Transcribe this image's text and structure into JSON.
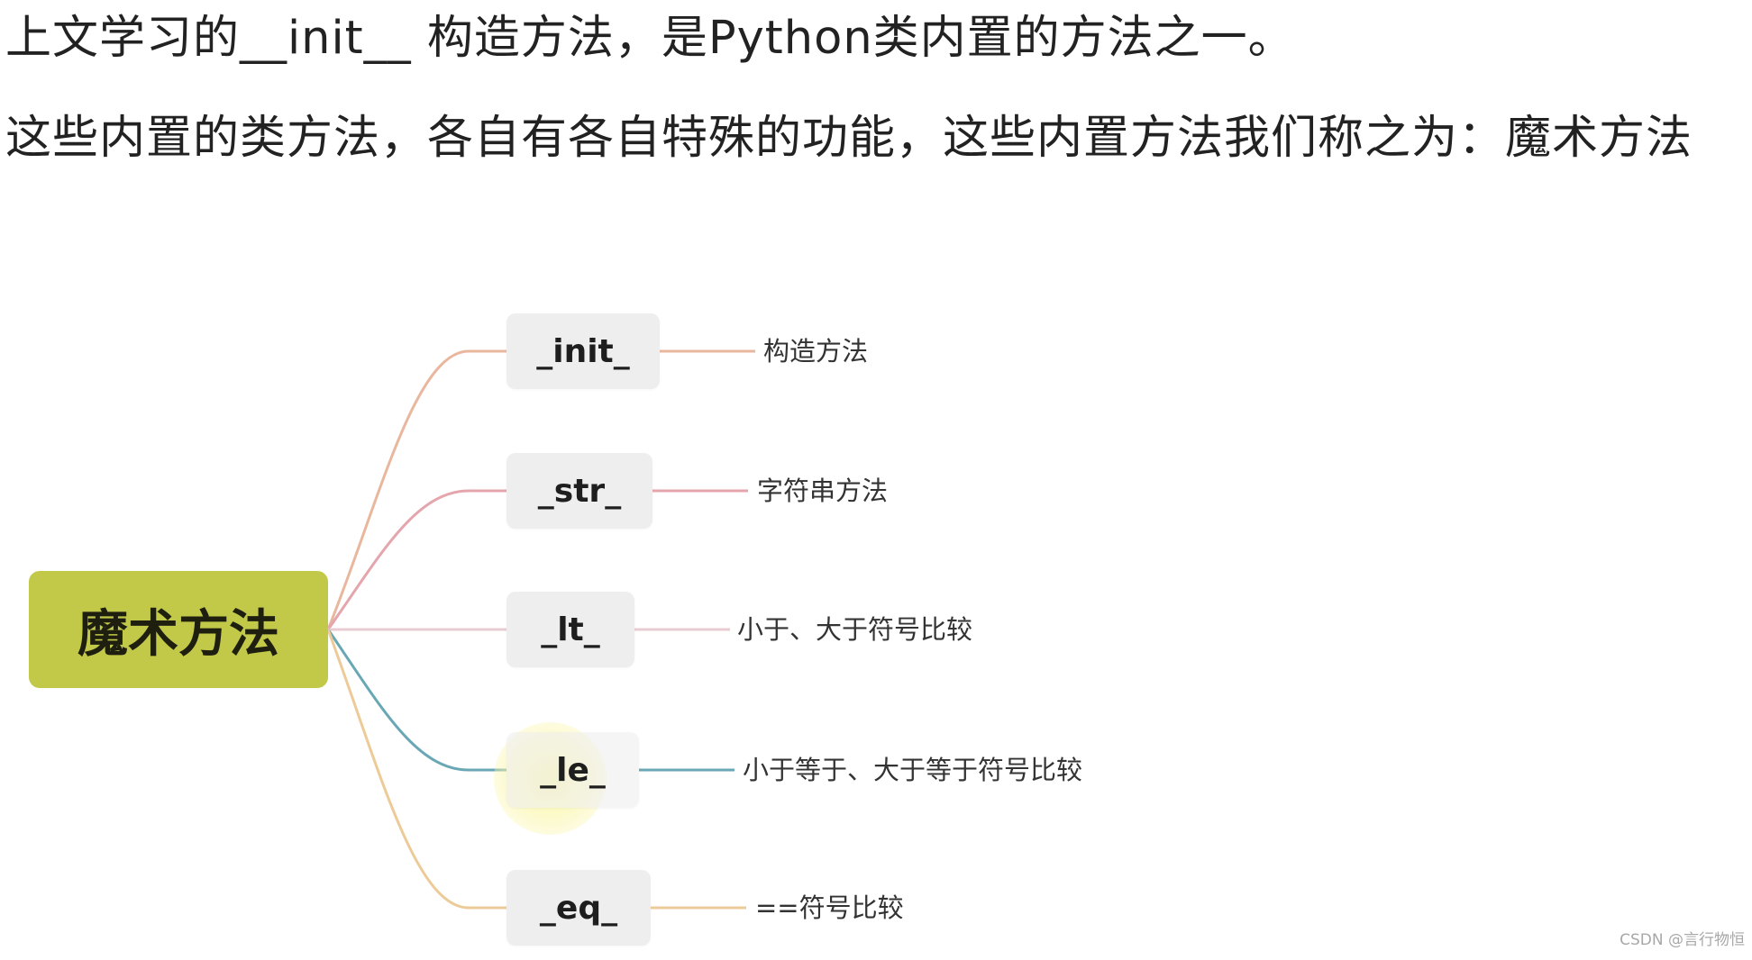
{
  "text": {
    "line1": "上文学习的__init__ 构造方法，是Python类内置的方法之一。",
    "line2": "这些内置的类方法，各自有各自特殊的功能，这些内置方法我们称之为：魔术方法"
  },
  "mindmap": {
    "root": {
      "label": "魔术方法",
      "color": "#c2c948"
    },
    "branches": [
      {
        "label": "_init_",
        "description": "构造方法",
        "color": "#e9b79e"
      },
      {
        "label": "_str_",
        "description": "字符串方法",
        "color": "#e4a5ad"
      },
      {
        "label": "_lt_",
        "description": "小于、大于符号比较",
        "color": "#e8cbd3"
      },
      {
        "label": "_le_",
        "description": "小于等于、大于等于符号比较",
        "color": "#6aa7b5"
      },
      {
        "label": "_eq_",
        "description": "==符号比较",
        "color": "#edcb98"
      }
    ]
  },
  "watermark": "CSDN @言行物恒"
}
